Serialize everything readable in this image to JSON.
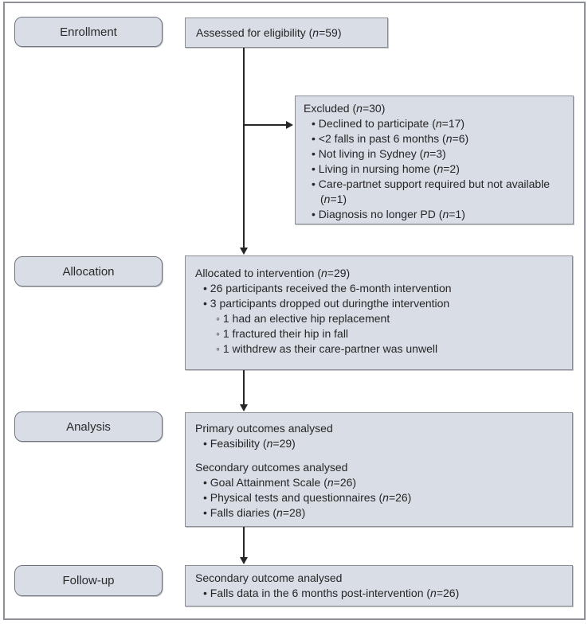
{
  "figure": {
    "type": "consort-flow-diagram",
    "colors": {
      "box_fill": "#d8dde6",
      "label_border": "#70757d",
      "box_border": "#8b8e94",
      "frame_border": "#8d9096",
      "arrow": "#262626",
      "text": "#262626"
    }
  },
  "stages": [
    {
      "label": "Enrollment"
    },
    {
      "label": "Allocation"
    },
    {
      "label": "Analysis"
    },
    {
      "label": "Follow-up"
    }
  ],
  "boxes": {
    "assessed": {
      "lines": [
        {
          "text": "Assessed for eligibility (*n*=59)",
          "level": 0
        }
      ]
    },
    "excluded": {
      "lines": [
        {
          "text": "Excluded (*n*=30)",
          "level": 0
        },
        {
          "text": "Declined to participate (*n*=17)",
          "level": 1
        },
        {
          "text": "<2 falls in past 6 months (*n*=6)",
          "level": 1
        },
        {
          "text": "Not living in Sydney (*n*=3)",
          "level": 1
        },
        {
          "text": "Living in nursing home (*n*=2)",
          "level": 1
        },
        {
          "text": "Care-partnet support required but not available (*n*=1)",
          "level": 1
        },
        {
          "text": "Diagnosis no longer PD (*n*=1)",
          "level": 1
        }
      ]
    },
    "allocated": {
      "lines": [
        {
          "text": "Allocated to intervention (*n*=29)",
          "level": 0
        },
        {
          "text": "26 participants received the 6-month intervention",
          "level": 1
        },
        {
          "text": "3 participants dropped out duringthe intervention",
          "level": 1
        },
        {
          "text": "1 had an elective hip replacement",
          "level": 2
        },
        {
          "text": "1 fractured their hip in fall",
          "level": 2
        },
        {
          "text": "1 withdrew as their care-partner was unwell",
          "level": 2
        }
      ]
    },
    "analysis": {
      "lines": [
        {
          "text": "Primary outcomes analysed",
          "level": 0
        },
        {
          "text": "Feasibility (*n*=29)",
          "level": 1
        },
        {
          "text": "Secondary outcomes analysed",
          "level": 0,
          "gap": true
        },
        {
          "text": "Goal Attainment Scale (*n*=26)",
          "level": 1
        },
        {
          "text": "Physical tests and questionnaires (*n*=26)",
          "level": 1
        },
        {
          "text": "Falls diaries (*n*=28)",
          "level": 1
        }
      ]
    },
    "followup": {
      "lines": [
        {
          "text": "Secondary outcome analysed",
          "level": 0
        },
        {
          "text": "Falls data in the 6 months post-intervention (*n*=26)",
          "level": 1
        }
      ]
    }
  },
  "bullets": {
    "level1": "•",
    "level2": "◦"
  }
}
